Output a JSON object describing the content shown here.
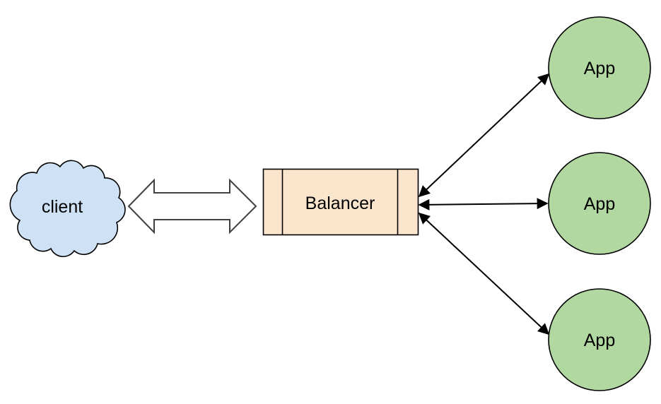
{
  "canvas": {
    "background_color": "#ffffff"
  },
  "nodes": {
    "client": {
      "label": "client",
      "shape": "cloud",
      "fill_color": "#CFE2F5",
      "stroke_color": "#000000"
    },
    "balancer": {
      "label": "Balancer",
      "shape": "process-box",
      "fill_color": "#FCE5CD",
      "stroke_color": "#000000"
    },
    "apps": [
      {
        "label": "App",
        "shape": "circle",
        "fill_color": "#B2D8A2",
        "stroke_color": "#000000"
      },
      {
        "label": "App",
        "shape": "circle",
        "fill_color": "#B2D8A2",
        "stroke_color": "#000000"
      },
      {
        "label": "App",
        "shape": "circle",
        "fill_color": "#B2D8A2",
        "stroke_color": "#000000"
      }
    ]
  },
  "connectors": {
    "client_to_balancer": {
      "style": "hollow-double-block-arrow",
      "fill_color": "#ffffff",
      "stroke_color": "#404040"
    },
    "balancer_to_apps": {
      "style": "line-with-arrowheads-both-ends",
      "stroke_color": "#000000",
      "arrowhead_color": "#000000",
      "count": 3
    }
  }
}
